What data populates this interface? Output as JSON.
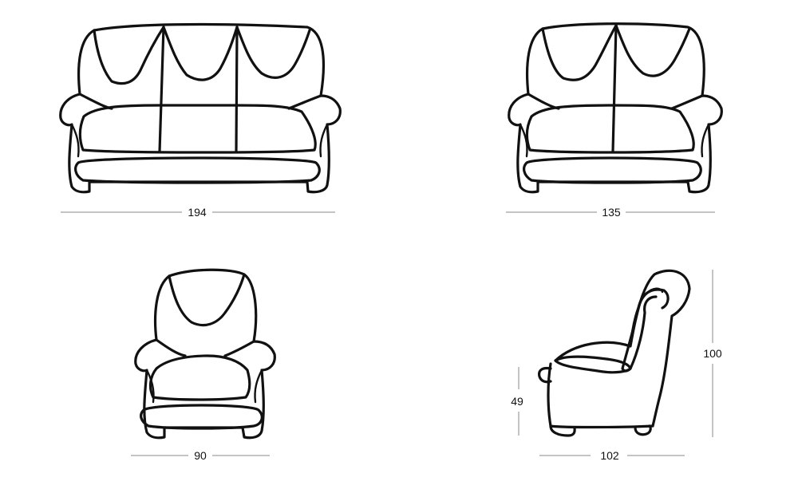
{
  "drawings": [
    {
      "id": "three-seat-sofa",
      "width_label": "194"
    },
    {
      "id": "two-seat-sofa",
      "width_label": "135"
    },
    {
      "id": "armchair-front",
      "width_label": "90"
    },
    {
      "id": "armchair-side",
      "depth_label": "102",
      "seat_height_label": "49",
      "total_height_label": "100"
    }
  ],
  "colors": {
    "ink": "#111111",
    "dimension_line": "#8a8a8a",
    "background": "#ffffff"
  }
}
